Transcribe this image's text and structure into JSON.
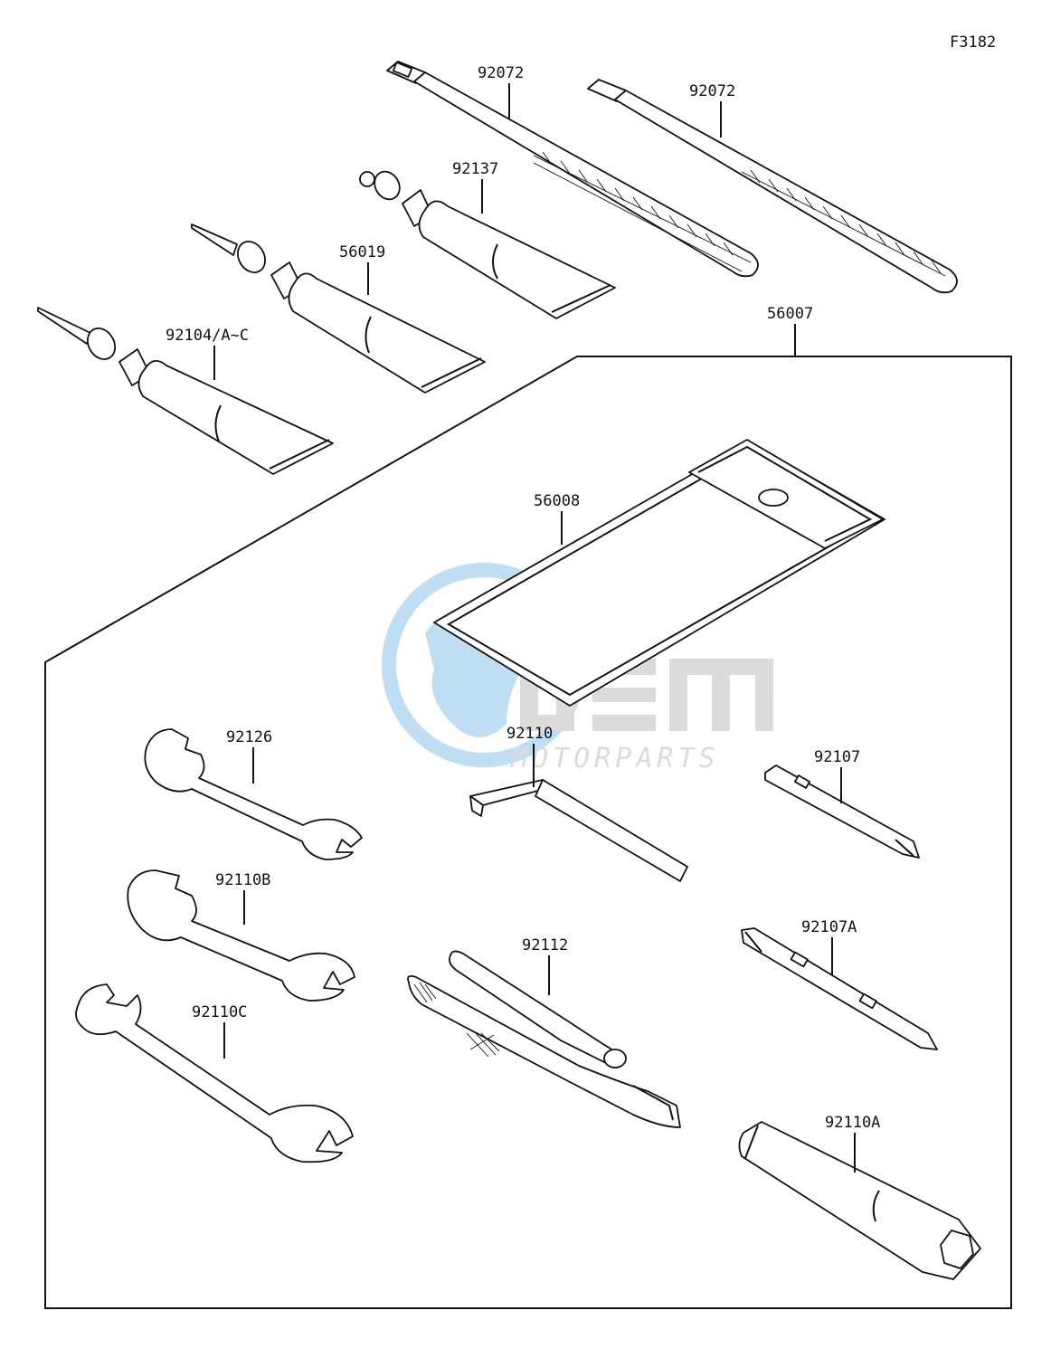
{
  "figure_code": "F3182",
  "watermark": {
    "brand": "OEM",
    "sub": "MOTORPARTS"
  },
  "colors": {
    "watermark_blue": "#4aa3df",
    "watermark_grey": "#9a9a9a",
    "line": "#111111"
  },
  "parts": {
    "tie_band_1": "92072",
    "tie_band_2": "92072",
    "grease_92137": "92137",
    "grease_56019": "56019",
    "grease_92104": "92104/A~C",
    "tool_kit": "56007",
    "tool_bag": "56008",
    "wrench_92126": "92126",
    "hex_key": "92110",
    "screwdriver_92107": "92107",
    "wrench_92110B": "92110B",
    "pliers": "92112",
    "screwdriver_92107A": "92107A",
    "wrench_92110C": "92110C",
    "box_wrench": "92110A"
  }
}
